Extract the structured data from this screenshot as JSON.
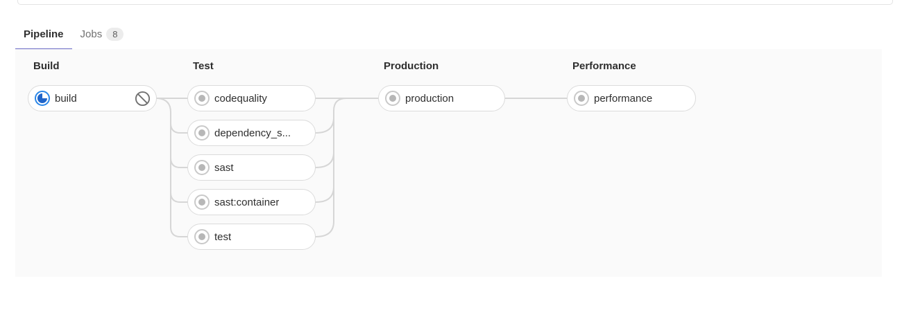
{
  "tabs": {
    "pipeline": {
      "label": "Pipeline",
      "active": true
    },
    "jobs": {
      "label": "Jobs",
      "badge": "8",
      "active": false
    }
  },
  "pipeline": {
    "stages": [
      {
        "name": "Build",
        "jobs": [
          {
            "name": "build",
            "status": "running",
            "action": "cancel"
          }
        ]
      },
      {
        "name": "Test",
        "jobs": [
          {
            "name": "codequality",
            "status": "created"
          },
          {
            "name": "dependency_s...",
            "status": "created"
          },
          {
            "name": "sast",
            "status": "created"
          },
          {
            "name": "sast:container",
            "status": "created"
          },
          {
            "name": "test",
            "status": "created"
          }
        ]
      },
      {
        "name": "Production",
        "jobs": [
          {
            "name": "production",
            "status": "created"
          }
        ]
      },
      {
        "name": "Performance",
        "jobs": [
          {
            "name": "performance",
            "status": "created"
          }
        ]
      }
    ]
  },
  "icons": {
    "running": "running-status-icon",
    "created": "created-status-icon",
    "cancel": "cancel-job-icon"
  },
  "colors": {
    "tab_accent": "#6666c4",
    "running_ring": "#2a87e8",
    "running_fill": "#2065c9",
    "created_ring": "#c9c9c9",
    "created_dot": "#b7b7b7",
    "connector": "#d6d6d6",
    "panel_bg": "#fafafa"
  }
}
